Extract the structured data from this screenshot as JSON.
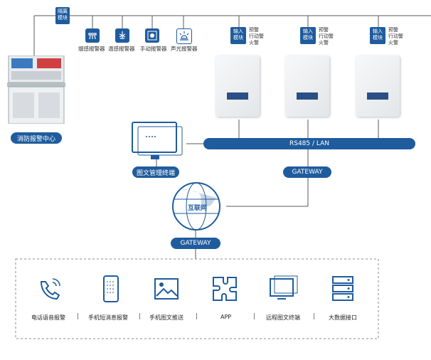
{
  "top_tag": "隔离\n模块",
  "detectors": [
    {
      "label": "烟感报警器",
      "icon": "smoke-detector-icon"
    },
    {
      "label": "温感报警器",
      "icon": "heat-detector-icon"
    },
    {
      "label": "手动报警器",
      "icon": "manual-call-point-icon"
    },
    {
      "label": "声光报警器",
      "icon": "sound-light-alarm-icon"
    }
  ],
  "modules": [
    {
      "tag": "输入\n模块",
      "side": "预警\n行动警\n火警"
    },
    {
      "tag": "输入\n模块",
      "side": "预警\n行动警\n火警"
    },
    {
      "tag": "输入\n模块",
      "side": "预警\n行动警\n火警"
    }
  ],
  "center_label": "消防报警中心",
  "terminal_label": "图文管理终端",
  "bus_label": "RS485 / LAN",
  "gateway_right": "GATEWAY",
  "internet_label": "互联网",
  "gateway_bottom": "GATEWAY",
  "channels": [
    {
      "label": "电话语音报警",
      "icon": "phone-icon"
    },
    {
      "label": "手机短消息报警",
      "icon": "mobile-phone-icon"
    },
    {
      "label": "手机图文推送",
      "icon": "image-icon"
    },
    {
      "label": "APP",
      "icon": "puzzle-icon"
    },
    {
      "label": "远程图文终端",
      "icon": "remote-terminal-icon"
    },
    {
      "label": "大数据接口",
      "icon": "server-icon"
    }
  ],
  "separator": "|",
  "colors": {
    "primary": "#1f5c9e",
    "line": "#5a5a5a"
  }
}
